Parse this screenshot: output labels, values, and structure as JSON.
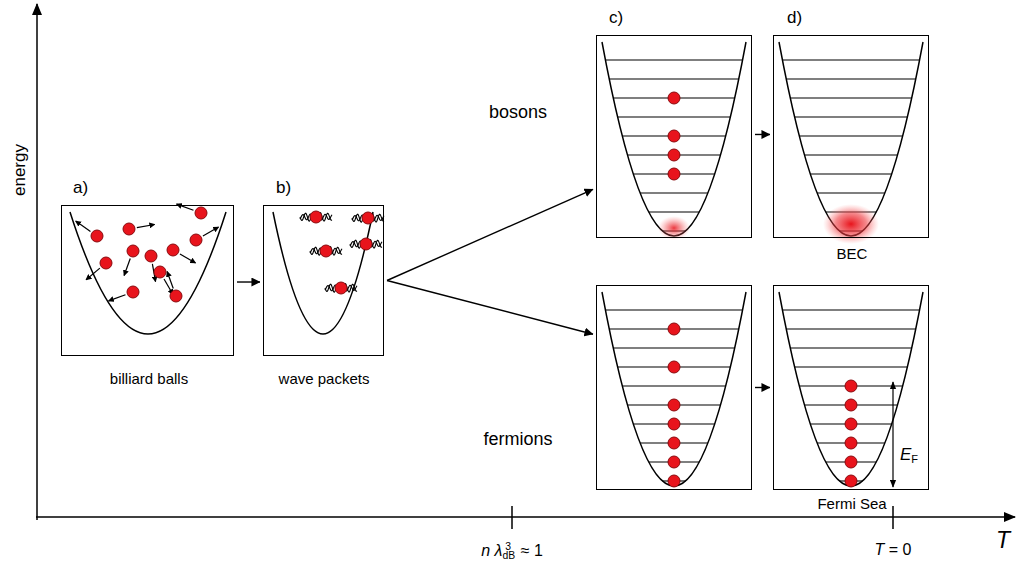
{
  "diagram": {
    "nodes": [
      {
        "text": [
          "a)",
          "billiard balls"
        ]
      },
      {
        "text": [
          "b)",
          "wave packets"
        ]
      },
      {
        "text": [
          "c)",
          "bosons"
        ]
      },
      {
        "text": [
          "d)",
          "BEC"
        ]
      },
      {
        "text": [
          "fermions"
        ]
      },
      {
        "text": [
          "EF",
          "Fermi Sea"
        ]
      }
    ],
    "edges": [
      {
        "from": 0,
        "to": 1,
        "arrow": "to"
      },
      {
        "from": 1,
        "to": 2,
        "arrow": "to"
      },
      {
        "from": 1,
        "to": 4,
        "arrow": "to"
      },
      {
        "from": 2,
        "to": 3,
        "arrow": "to"
      },
      {
        "from": 4,
        "to": 5,
        "arrow": "to"
      }
    ],
    "labels": [
      "energy",
      "n λdB3 ≈ 1",
      "T = 0",
      "T"
    ]
  }
}
